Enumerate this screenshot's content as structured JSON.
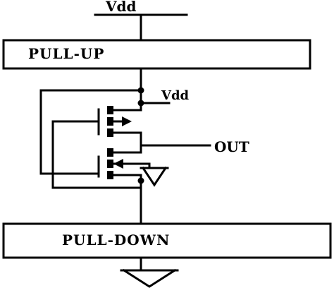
{
  "labels": {
    "vdd_top": "Vdd",
    "pull_up": "PULL-UP",
    "vdd_mid": "Vdd",
    "out": "OUT",
    "pull_down": "PULL-DOWN"
  },
  "colors": {
    "line": "#000000",
    "background": "#ffffff"
  }
}
